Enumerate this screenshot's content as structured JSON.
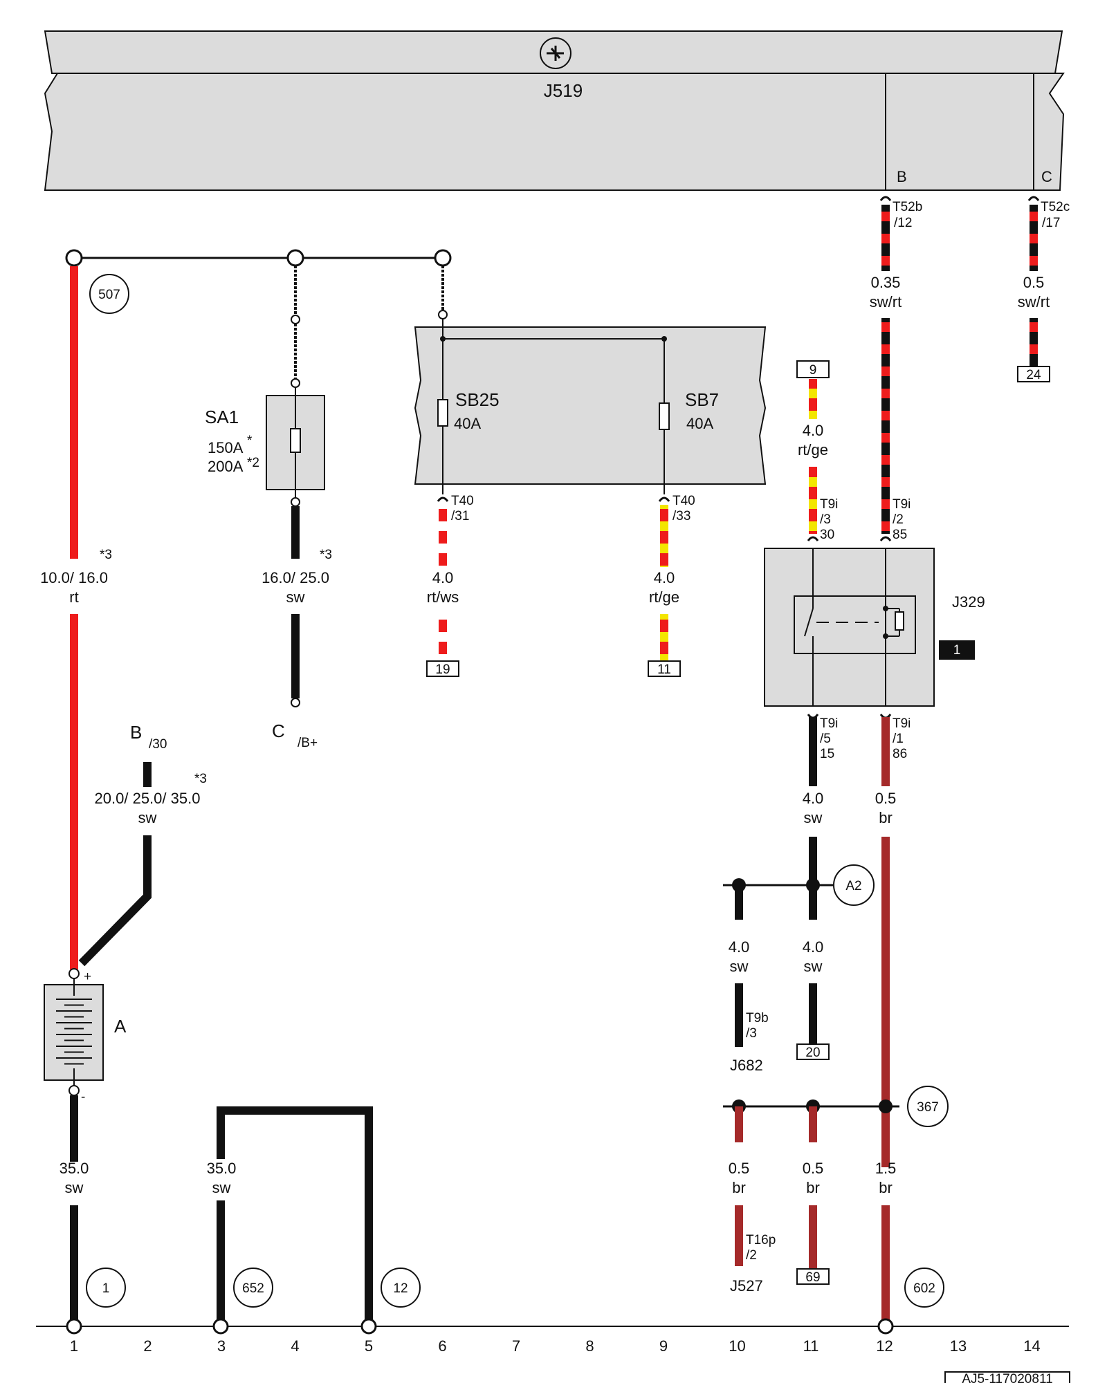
{
  "header": {
    "ecu": "J519",
    "pin_b": "B",
    "pin_c": "C"
  },
  "connectors": {
    "t52b": "T52b",
    "t52b_pin": "/12",
    "t52c": "T52c",
    "t52c_pin": "/17",
    "t40": "T40",
    "t40_31": "/31",
    "t40_33": "/33",
    "t9i": "T9i",
    "t9i_3": "/3",
    "t9i_3n": "30",
    "t9i_2": "/2",
    "t9i_2n": "85",
    "t9i_5": "/5",
    "t9i_5n": "15",
    "t9i_1": "/1",
    "t9i_1n": "86",
    "t9b": "T9b",
    "t9b_3": "/3",
    "t16p": "T16p",
    "t16p_2": "/2"
  },
  "components": {
    "sa1": "SA1",
    "sa1_r1": "150A",
    "sa1_r1s": "*",
    "sa1_r2": "200A",
    "sa1_r2s": "*2",
    "sb25": "SB25",
    "sb25_r": "40A",
    "sb7": "SB7",
    "sb7_r": "40A",
    "j329": "J329",
    "j329_tag": "1",
    "battery": "A",
    "plus": "+",
    "minus": "-",
    "j682": "J682",
    "j527": "J527",
    "b": "B",
    "b_pin": "/30",
    "c": "C",
    "c_pin": "/B+",
    "doc_id": "AJ5-117020811"
  },
  "wires": {
    "w1_size": "0.35",
    "w1_color": "sw/rt",
    "w2_size": "0.5",
    "w2_color": "sw/rt",
    "w3_size": "4.0",
    "w3_color": "rt/ge",
    "w4_size": "10.0/ 16.0",
    "w4_color": "rt",
    "w4_note": "*3",
    "w5_size": "16.0/ 25.0",
    "w5_color": "sw",
    "w5_note": "*3",
    "w6_size": "4.0",
    "w6_color": "rt/ws",
    "w7_size": "4.0",
    "w7_color": "rt/ge",
    "w8_size": "20.0/ 25.0/ 35.0",
    "w8_color": "sw",
    "w8_note": "*3",
    "w9_size": "4.0",
    "w9_color": "sw",
    "w10_size": "0.5",
    "w10_color": "br",
    "w11_size": "4.0",
    "w11_color": "sw",
    "w12_size": "4.0",
    "w12_color": "sw",
    "w13_size": "35.0",
    "w13_color": "sw",
    "w14_size": "35.0",
    "w14_color": "sw",
    "w15_size": "0.5",
    "w15_color": "br",
    "w16_size": "0.5",
    "w16_color": "br",
    "w17_size": "1.5",
    "w17_color": "br"
  },
  "refs": {
    "r24": "24",
    "r9": "9",
    "r19": "19",
    "r11": "11",
    "r20": "20",
    "r69": "69",
    "c507": "507",
    "cA2": "A2",
    "c367": "367",
    "c1": "1",
    "c652": "652",
    "c12": "12",
    "c602": "602"
  },
  "axis": [
    "1",
    "2",
    "3",
    "4",
    "5",
    "6",
    "7",
    "8",
    "9",
    "10",
    "11",
    "12",
    "13",
    "14"
  ],
  "colors": {
    "red": "#ee1c1c",
    "black": "#111111",
    "yellow": "#f3e600",
    "white": "#ffffff",
    "brown": "#a52a2a",
    "panel": "#dcdcdc"
  }
}
